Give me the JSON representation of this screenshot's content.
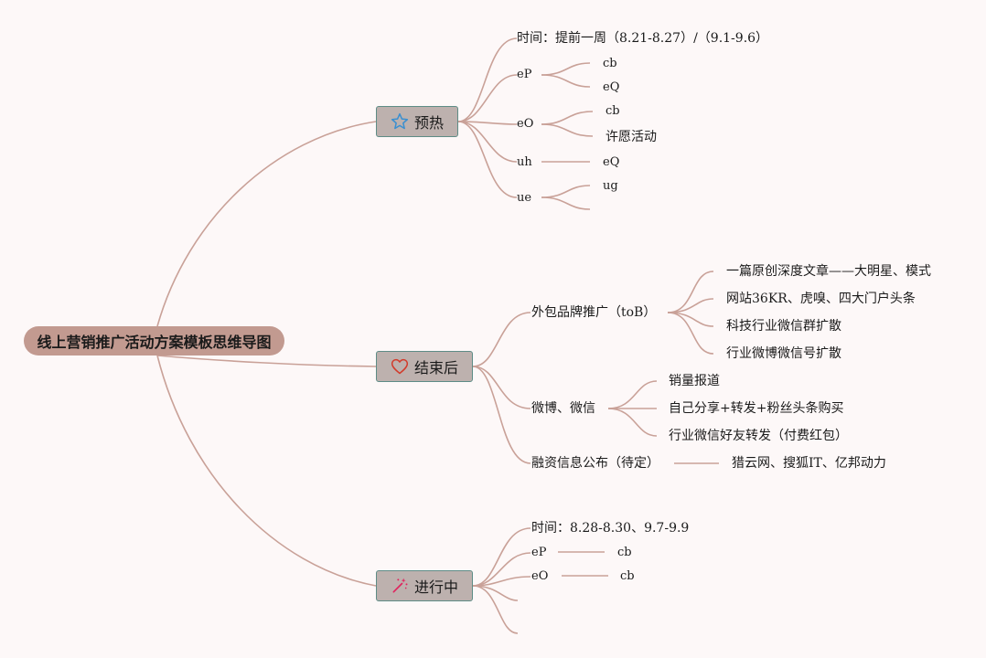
{
  "root": {
    "label": "线上营销推广活动方案模板思维导图"
  },
  "branches": [
    {
      "label": "预热",
      "icon": "star-icon",
      "items": [
        {
          "label": "时间：提前一周（8.21-8.27）/（9.1-9.6）"
        },
        {
          "label": "eP",
          "children": [
            "cb",
            "eQ"
          ]
        },
        {
          "label": "eO",
          "children": [
            "cb",
            "许愿活动"
          ]
        },
        {
          "label": "uh",
          "children": [
            "eQ"
          ]
        },
        {
          "label": "ue",
          "children": [
            "ug",
            ""
          ]
        }
      ]
    },
    {
      "label": "结束后",
      "icon": "heart-icon",
      "items": [
        {
          "label": "外包品牌推广（toB）",
          "children": [
            "一篇原创深度文章——大明星、模式",
            "网站36KR、虎嗅、四大门户头条",
            "科技行业微信群扩散",
            "行业微博微信号扩散"
          ]
        },
        {
          "label": "微博、微信",
          "children": [
            "销量报道",
            "自己分享+转发+粉丝头条购买",
            "行业微信好友转发（付费红包）"
          ]
        },
        {
          "label": "融资信息公布（待定）",
          "children": [
            "猎云网、搜狐IT、亿邦动力"
          ]
        }
      ]
    },
    {
      "label": "进行中",
      "icon": "magic-wand-icon",
      "items": [
        {
          "label": "时间：8.28-8.30、9.7-9.9"
        },
        {
          "label": "eP",
          "children": [
            "cb"
          ]
        },
        {
          "label": "eO",
          "children": [
            "cb"
          ]
        },
        {
          "label": ""
        },
        {
          "label": ""
        }
      ]
    }
  ],
  "colors": {
    "line": "#c9a198",
    "root_fill": "#c29a90",
    "branch_fill": "#bdb1ae",
    "branch_border": "#5e8c86",
    "star": "#3a8fd0",
    "heart": "#d23a2a",
    "wand": "#e0245e"
  }
}
